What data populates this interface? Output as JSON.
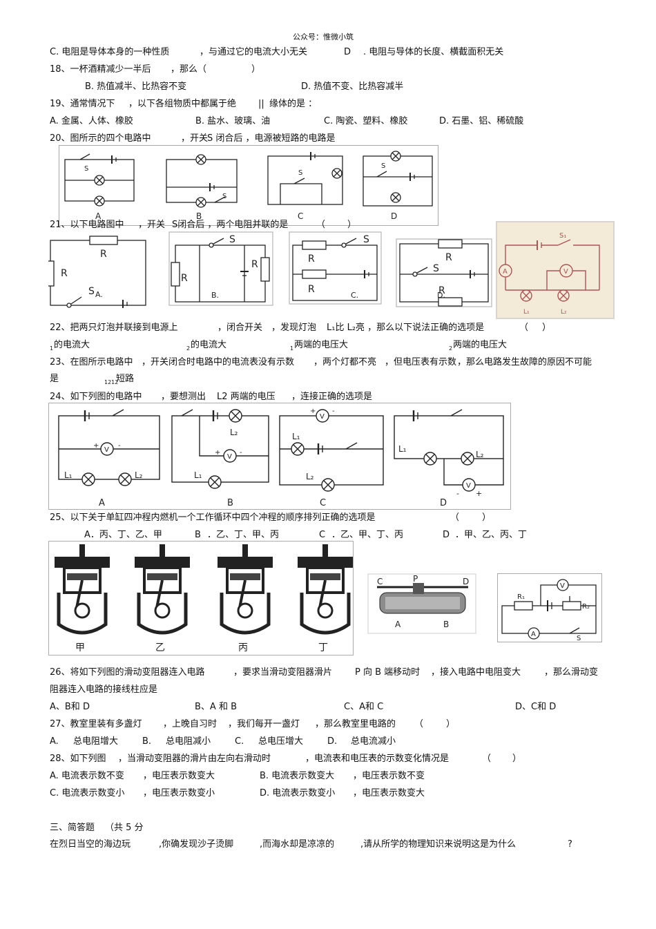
{
  "header": "公众号：惟微小筑",
  "q17": {
    "c": "C. 电阻是导体本身的一种性质",
    "c2": "，与通过它的电流大小无关",
    "d": "D",
    "d2": ". 电阻与导体的长度、横截面积无关"
  },
  "q18": {
    "stem": "18、一杯酒精减少一半后",
    "stem2": "，那么（",
    "paren": "）",
    "b": "B. 热值减半、比热容不变",
    "d": "D. 热值不变、比热容减半"
  },
  "q19": {
    "stem": "19、通常情况下",
    "stem2": "，以下各组物质中都属于绝",
    "bar": "||",
    "stem3": "缘体的是 ：",
    "a": "A. 金属、人体、橡胶",
    "b": "B. 盐水、玻璃、油",
    "c": "C. 陶瓷、塑料、橡胶",
    "d": "D. 石墨、铝、稀硫酸"
  },
  "q20": {
    "stem": "20、图所示的四个电路中",
    "stem2": "，开关",
    "stem3": "S 闭合后 ，电源被短路的电路是",
    "labels": [
      "A",
      "B",
      "C",
      "D"
    ],
    "s_label": "S"
  },
  "q21": {
    "stem": "21、以下电路图中",
    "stem2": "，开关",
    "stem3": "S闭合后 ，两个电阻并联的是",
    "paren": "（",
    "paren2": "）",
    "r": "R",
    "s": "S",
    "labels": [
      "A.",
      "B.",
      "C.",
      "D."
    ],
    "meter_a": "A",
    "meter_v": "V",
    "s1": "S₁",
    "l1": "L₁",
    "l2": "L₂"
  },
  "q22": {
    "stem": "22、把两只灯泡并联接到电源上",
    "stem2": "，闭合开关",
    "stem3": "，发现灯泡",
    "stem4": "L₁比 L₂亮 ，那么以下说法正确的选项是",
    "paren": "（",
    "paren2": "）",
    "opt_a_sub": "1",
    "opt_a": "的电流大",
    "opt_b_sub": "2",
    "opt_b": "的电流大",
    "opt_c_sub": "1",
    "opt_c": "两端的电压大",
    "opt_d_sub": "2",
    "opt_d": "两端的电压大"
  },
  "q23": {
    "stem": "23、在图所示电路中",
    "stem2": "，开关闭合时电路中的电流表没有示数",
    "stem3": "，两个灯都不亮",
    "stem4": "，但电压表有示数",
    "stem5": "，那么电路发生故障的原因不可能",
    "line2": "是",
    "sub": "1212",
    "line2b": "短路"
  },
  "q24": {
    "stem": "24、如下列图的电路中",
    "stem2": "，要想测出",
    "stem3": "L2 两端的电压",
    "stem4": "，连接正确的选项是",
    "labels": [
      "A",
      "B",
      "C",
      "D"
    ],
    "v": "V",
    "l1": "L₁",
    "l2": "L₂",
    "plus": "+",
    "minus": "-"
  },
  "q25": {
    "stem": "25、以下关于单缸四冲程内燃机一个工作循环中四个冲程的顺序排列正确的选项是",
    "paren": "（",
    "paren2": "）",
    "a": "A．丙、丁、乙、甲",
    "b": "B",
    "b2": "．乙、丁、甲、丙",
    "c": "C",
    "c2": "．乙、甲、丁、丙",
    "d": "D",
    "d2": "．甲、乙、丙、丁",
    "engines": [
      "甲",
      "乙",
      "丙",
      "丁"
    ],
    "rheo": [
      "C",
      "P",
      "D",
      "A",
      "B"
    ],
    "circuit": {
      "v": "V",
      "a": "A",
      "r1": "R₁",
      "r2": "R₂",
      "s": "S"
    }
  },
  "q26": {
    "stem": "26、将如下列图的滑动变阻器连入电路",
    "stem2": "，要求当滑动变阻器滑片",
    "stem3": "P 向 B 端移动时",
    "stem4": "，接入电路中电阻变大",
    "stem5": "，那么滑动变",
    "line2": "阻器连入电路的接线柱应是",
    "a": "A、B和 D",
    "b": "B、A 和 B",
    "c": "C、A和 C",
    "d": "D、C和 D"
  },
  "q27": {
    "stem": "27、教室里装有多盏灯",
    "stem2": "，上晚自习时",
    "stem3": "，我们每开一盏灯",
    "stem4": "，那么教室里电路的",
    "paren": "（",
    "paren2": "）",
    "a": "A.",
    "a2": "总电阻增大",
    "b": "B.",
    "b2": "总电阻减小",
    "c": "C.",
    "c2": "总电压增大",
    "d": "D.",
    "d2": "总电流减小"
  },
  "q28": {
    "stem": "28、如下列图",
    "stem2": "，当滑动变阻器的滑片由左向右滑动时",
    "stem3": "，电流表和电压表的示数变化情况是",
    "paren": "（",
    "paren2": "）",
    "a": "A. 电流表示数不变",
    "a2": "，电压表示数变大",
    "b": "B. 电流表示数变大",
    "b2": "，电压表示数不变",
    "c": "C. 电流表示数变小",
    "c2": "，电压表示数变小",
    "d": "D. 电流表示数变小",
    "d2": "，电压表示数变大"
  },
  "section3": {
    "title": "三、简答题",
    "title2": "（共 5 分",
    "q": "在烈日当空的海边玩",
    "q2": ",你确发现沙子烫脚",
    "q3": ",而海水却是凉凉的",
    "q4": ",请从所学的物理知识来说明这是为什么",
    "q5": "?"
  }
}
